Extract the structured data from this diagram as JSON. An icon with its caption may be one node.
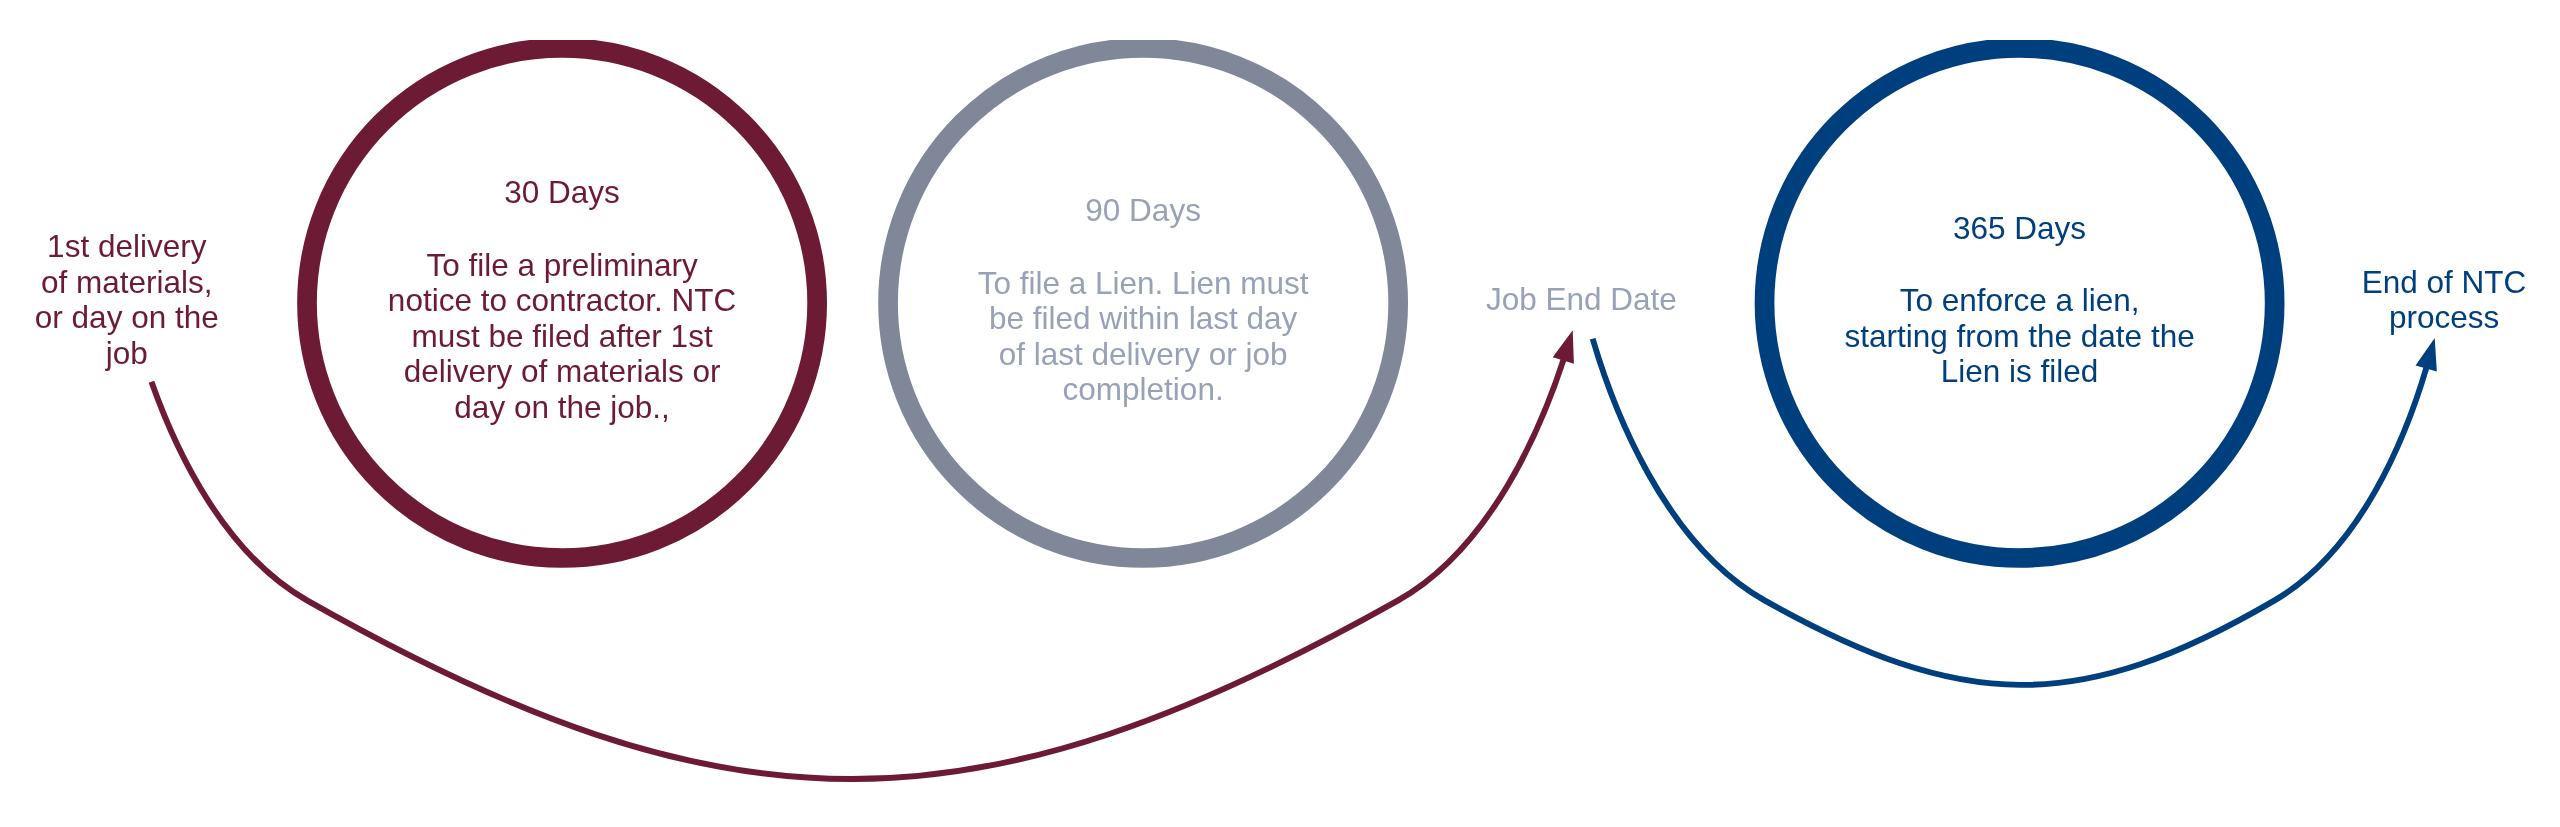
{
  "diagram": {
    "nodes": [
      {
        "text": [
          "1st delivery of materials, or day on the job"
        ]
      },
      {
        "text": [
          "30 Days",
          "To file a preliminary notice to contractor. NTC must be filed after 1st delivery of materials or day on the job.,"
        ]
      },
      {
        "text": [
          "90 Days",
          "To file a Lien. Lien must be filed within last day of last delivery or job completion."
        ]
      },
      {
        "text": [
          "Job End Date"
        ]
      },
      {
        "text": [
          "365 Days",
          "To enforce a lien, starting from the date the Lien is filed"
        ]
      },
      {
        "text": [
          "End of NTC process"
        ]
      }
    ],
    "edges": [
      {
        "from": 0,
        "to": 3,
        "arrow": "to",
        "color": "#6d1b35"
      },
      {
        "from": 3,
        "to": 5,
        "arrow": "to",
        "color": "#003f7d"
      }
    ]
  }
}
